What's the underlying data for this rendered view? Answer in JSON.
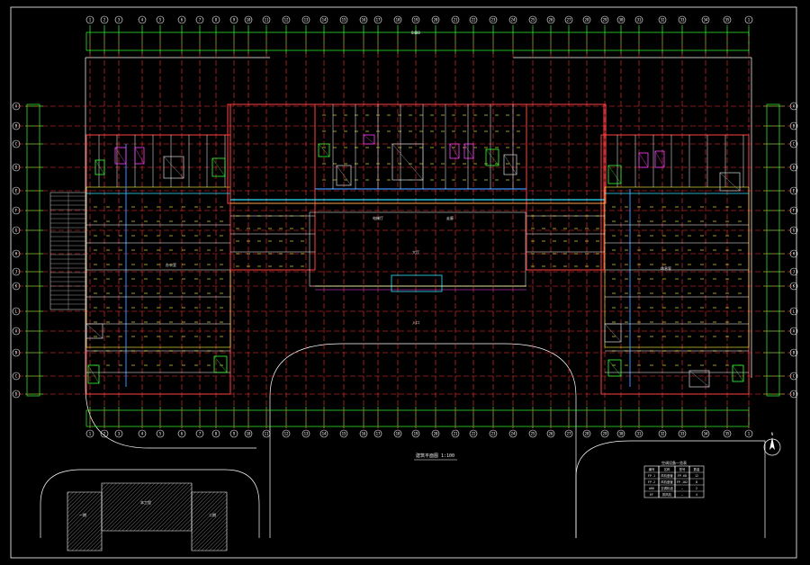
{
  "drawing": {
    "title": "建筑平面图 1:100",
    "sheet_border": "#ffffff",
    "colors": {
      "grid": "#ff3030",
      "dimension": "#35ff35",
      "wall": "#ff4040",
      "fixture": "#ffff40",
      "room": "#ffffff",
      "duct": "#4090ff",
      "cyan": "#30e0ff",
      "magenta": "#ff40ff",
      "hatch": "#c0c0c0"
    },
    "top_dimension": "8400",
    "axis_numbers_top": [
      "1",
      "2",
      "3",
      "4",
      "5",
      "6",
      "7",
      "8",
      "9",
      "10",
      "11",
      "12",
      "13",
      "14",
      "15",
      "16",
      "17",
      "18",
      "19",
      "20",
      "21",
      "22",
      "23",
      "24",
      "25",
      "26",
      "27",
      "28",
      "29",
      "30",
      "31",
      "32",
      "33",
      "34",
      "35"
    ],
    "axis_letters_left": [
      "A",
      "B",
      "C",
      "D",
      "E",
      "F",
      "G",
      "H",
      "J",
      "K",
      "L"
    ],
    "room_labels": [
      "办公室",
      "大厅",
      "走廊",
      "电梯厅",
      "休息室",
      "入口"
    ],
    "north_arrow_label": "N",
    "key_plan": {
      "labels": [
        "本工程",
        "一期",
        "二期"
      ]
    },
    "legend_table": {
      "title": "空调设备一览表",
      "headers": [
        "编号",
        "名称",
        "型号",
        "数量"
      ],
      "rows": [
        [
          "FP-1",
          "风机盘管",
          "FP-68",
          "12"
        ],
        [
          "FP-2",
          "风机盘管",
          "FP-102",
          "8"
        ],
        [
          "AHU",
          "空调机组",
          "—",
          "2"
        ],
        [
          "EF",
          "排风机",
          "—",
          "4"
        ]
      ]
    }
  }
}
